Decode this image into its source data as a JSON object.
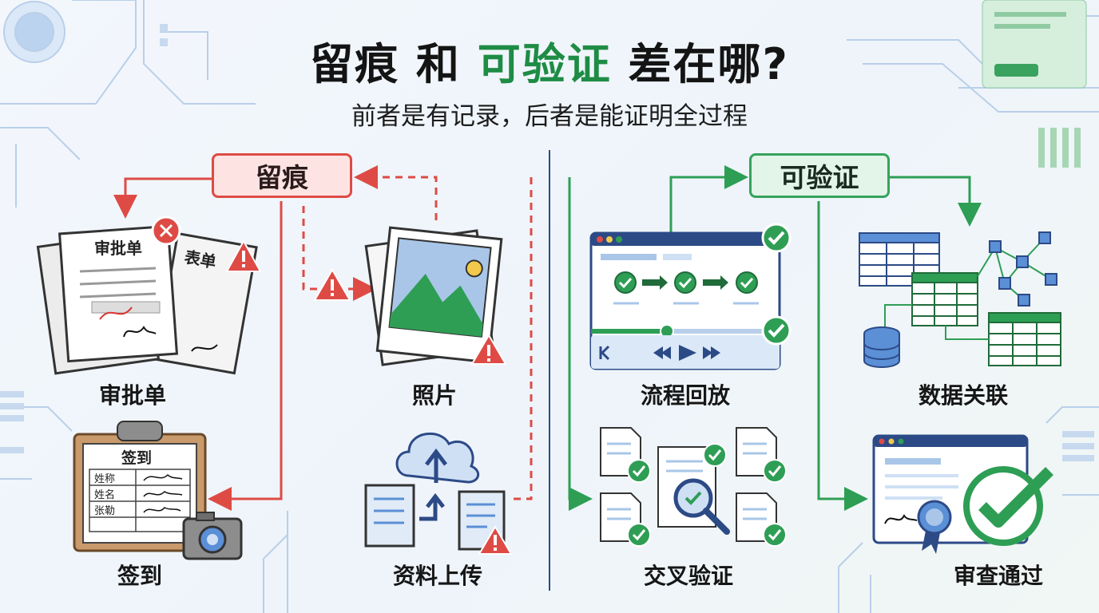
{
  "header": {
    "title_part1": "留痕 和 ",
    "title_highlight": "可验证",
    "title_part2": " 差在哪?",
    "subtitle": "前者是有记录，后者是能证明全过程"
  },
  "left": {
    "heading": "留痕",
    "items": {
      "approval": "审批单",
      "photo": "照片",
      "signin": "签到",
      "upload": "资料上传"
    },
    "doc_text": {
      "approval_doc_title": "审批单",
      "form_doc_title": "表单",
      "signin_sheet_title": "签到",
      "signin_row1": "姓称",
      "signin_row2": "姓名",
      "signin_row3": "张勒"
    }
  },
  "right": {
    "heading": "可验证",
    "items": {
      "replay": "流程回放",
      "linkage": "数据关联",
      "cross_check": "交叉验证",
      "audit_pass": "审查通过"
    }
  },
  "colors": {
    "red": "#de4b45",
    "green": "#2e9e55",
    "navy": "#2c4a86",
    "blue_light": "#a9c6e8"
  }
}
